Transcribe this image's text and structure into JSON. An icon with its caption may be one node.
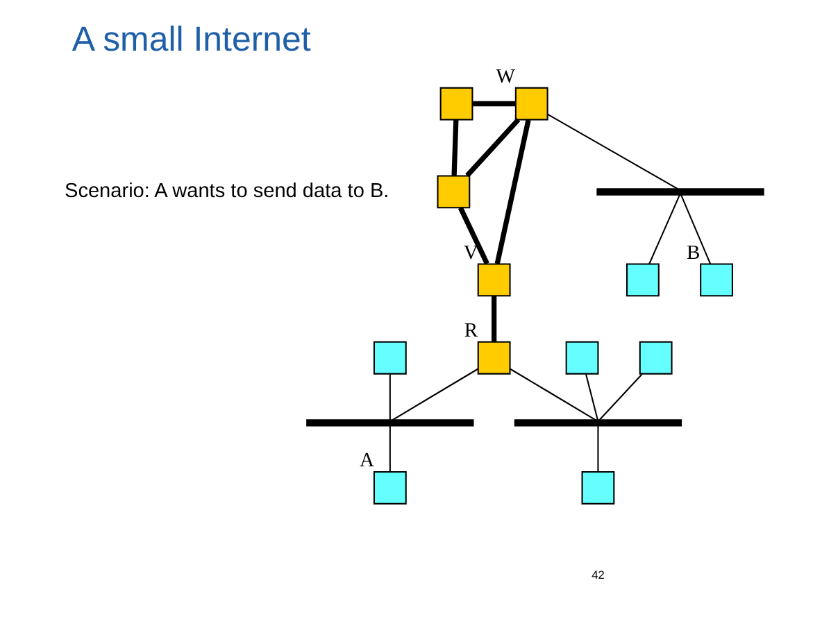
{
  "diagram": {
    "title": "A small Internet",
    "nodes": [
      {
        "text": [],
        "shape": "box"
      },
      {
        "text": [],
        "shape": "box",
        "beside": [
          "W"
        ]
      },
      {
        "text": [],
        "shape": "box",
        "beside": [
          "B"
        ]
      },
      {
        "text": [],
        "shape": "box"
      },
      {
        "text": [],
        "shape": "box",
        "beside": [
          "V"
        ]
      },
      {
        "text": [],
        "shape": "line"
      },
      {
        "text": [],
        "shape": "box"
      },
      {
        "text": [],
        "shape": "box"
      },
      {
        "text": [],
        "shape": "box",
        "beside": [
          "R"
        ]
      },
      {
        "text": [],
        "shape": "box"
      },
      {
        "text": [],
        "shape": "box"
      },
      {
        "text": [],
        "shape": "line"
      },
      {
        "text": [],
        "shape": "line"
      },
      {
        "text": [],
        "shape": "box"
      },
      {
        "text": [],
        "shape": "box",
        "beside": [
          "A"
        ]
      }
    ],
    "edges": [
      {
        "from": 0,
        "to": 1,
        "arrow": "none",
        "style": "thick"
      },
      {
        "from": 0,
        "to": 3,
        "arrow": "none",
        "style": "thick"
      },
      {
        "from": 3,
        "to": 1,
        "arrow": "none",
        "style": "thick"
      },
      {
        "from": 3,
        "to": 4,
        "arrow": "none",
        "style": "thick"
      },
      {
        "from": 1,
        "to": 4,
        "arrow": "none",
        "style": "thick"
      },
      {
        "from": 4,
        "to": 8,
        "arrow": "none",
        "style": "thick"
      },
      {
        "from": 1,
        "to": 5,
        "arrow": "none"
      },
      {
        "from": 5,
        "to": 2,
        "arrow": "none"
      },
      {
        "from": 5,
        "to": 6,
        "arrow": "none"
      },
      {
        "from": 7,
        "to": 11,
        "arrow": "none"
      },
      {
        "from": 11,
        "to": 14,
        "arrow": "none"
      },
      {
        "from": 8,
        "to": 11,
        "arrow": "none"
      },
      {
        "from": 8,
        "to": 12,
        "arrow": "none"
      },
      {
        "from": 9,
        "to": 12,
        "arrow": "none"
      },
      {
        "from": 10,
        "to": 12,
        "arrow": "none"
      },
      {
        "from": 12,
        "to": 13,
        "arrow": "none"
      }
    ],
    "labels": [
      "Scenario: A wants to send data to B.",
      "42"
    ]
  }
}
